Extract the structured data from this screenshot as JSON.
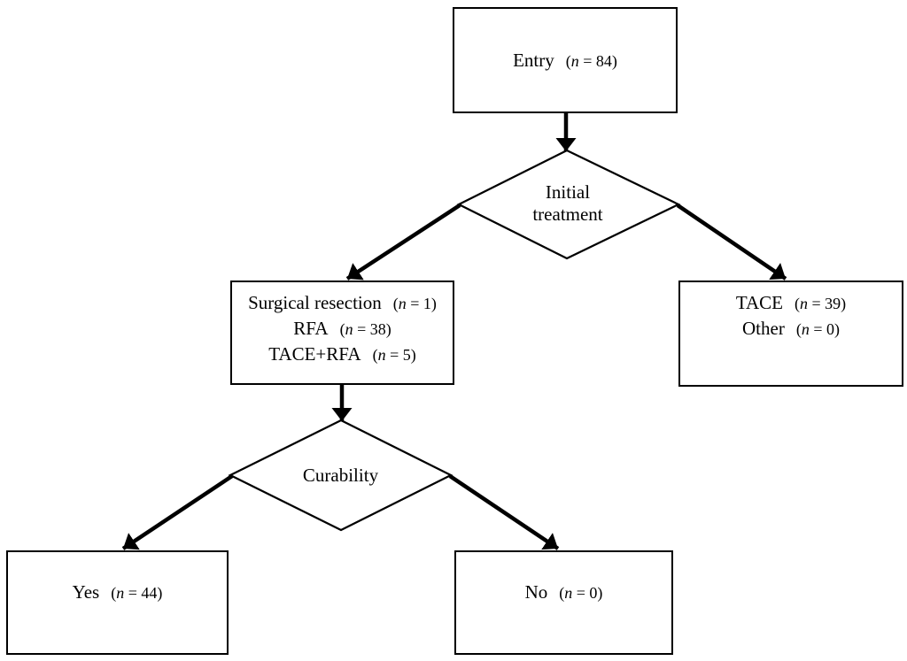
{
  "figure": {
    "background_color": "#ffffff",
    "line_color": "#000000",
    "type": "flowchart"
  },
  "nodes": {
    "entry": {
      "label": "Entry",
      "count": "(n = 84)"
    },
    "initial_treatment": {
      "line1": "Initial",
      "line2": "treatment"
    },
    "curative_treatment": {
      "rows": [
        {
          "label": "Surgical resection",
          "count": "(n = 1)"
        },
        {
          "label": "RFA",
          "count": "(n = 38)"
        },
        {
          "label": "TACE+RFA",
          "count": "(n = 5)"
        }
      ]
    },
    "noncurative_treatment": {
      "rows": [
        {
          "label": "TACE",
          "count": "(n = 39)"
        },
        {
          "label": "Other",
          "count": "(n = 0)"
        }
      ]
    },
    "curability": {
      "label": "Curability"
    },
    "yes": {
      "label": "Yes",
      "count": "(n = 44)"
    },
    "no": {
      "label": "No",
      "count": "(n = 0)"
    }
  },
  "edges": [
    {
      "from": "entry",
      "to": "initial_treatment"
    },
    {
      "from": "initial_treatment",
      "to": "curative_treatment"
    },
    {
      "from": "initial_treatment",
      "to": "noncurative_treatment"
    },
    {
      "from": "curative_treatment",
      "to": "curability"
    },
    {
      "from": "curability",
      "to": "yes"
    },
    {
      "from": "curability",
      "to": "no"
    }
  ]
}
